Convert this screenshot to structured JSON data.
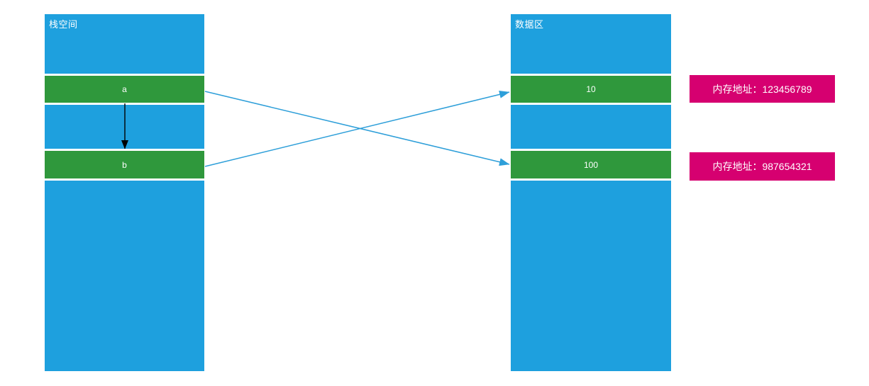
{
  "diagram": {
    "title_context": "variable-memory-pointer-diagram",
    "stack": {
      "title": "栈空间",
      "cells": [
        {
          "label": "a"
        },
        {
          "label": "b"
        }
      ]
    },
    "data_area": {
      "title": "数据区",
      "cells": [
        {
          "label": "10"
        },
        {
          "label": "100"
        }
      ]
    },
    "address_boxes": [
      {
        "text": "内存地址：123456789"
      },
      {
        "text": "内存地址：987654321"
      }
    ],
    "arrows": [
      {
        "name": "arrow-a-to-100",
        "from": "stack.a",
        "to": "data_area.100",
        "color": "#2E9FD9"
      },
      {
        "name": "arrow-b-to-10",
        "from": "stack.b",
        "to": "data_area.10",
        "color": "#2E9FD9"
      },
      {
        "name": "arrow-a-to-b",
        "from": "stack.a",
        "to": "stack.b",
        "color": "#000000"
      }
    ],
    "colors": {
      "column_blue": "#1EA0DE",
      "cell_green": "#2F983C",
      "address_pink": "#D60070",
      "arrow_blue": "#2E9FD9",
      "arrow_black": "#000000"
    }
  }
}
